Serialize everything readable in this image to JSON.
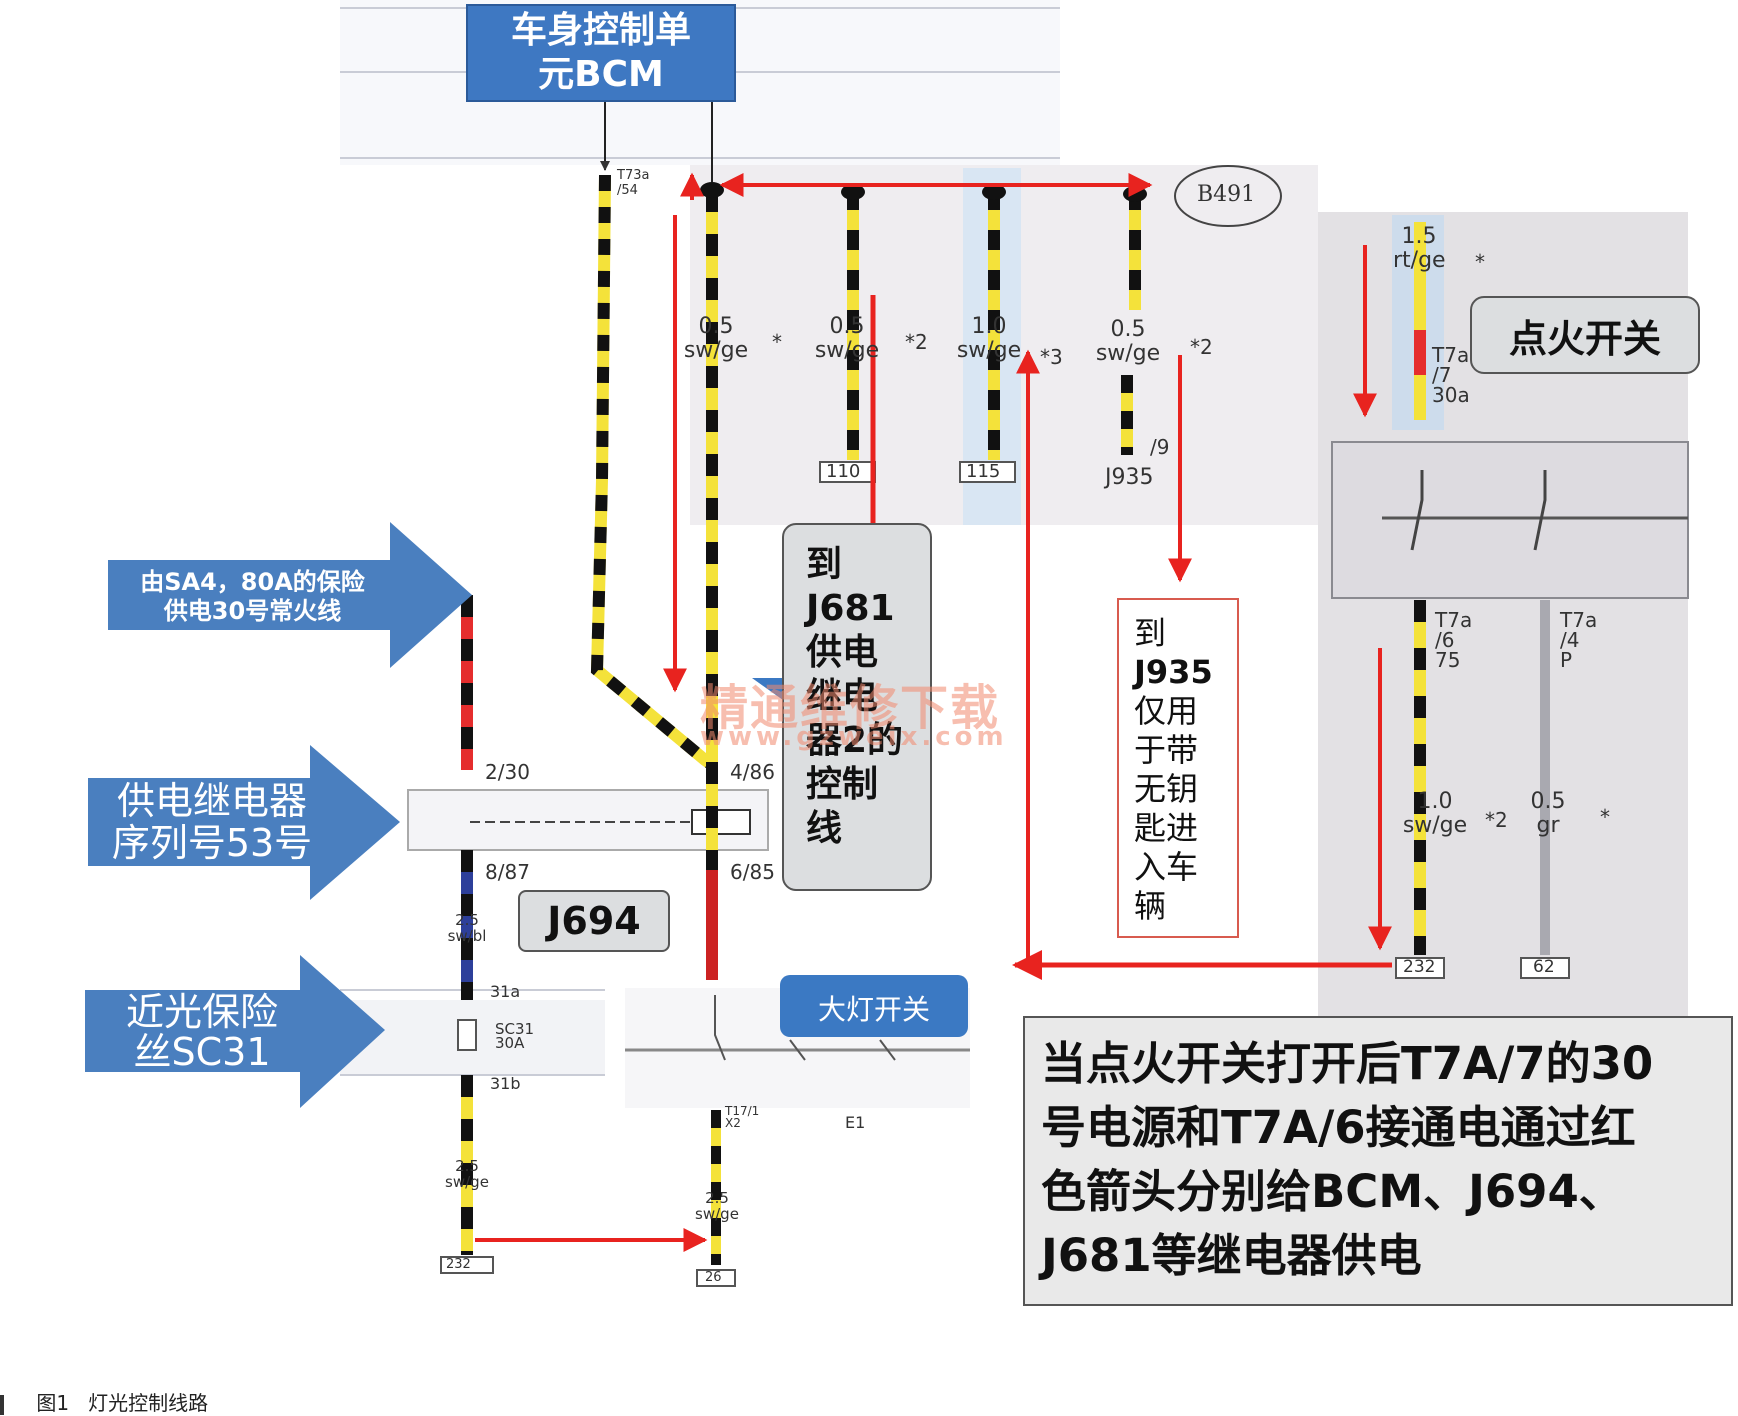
{
  "bcm": {
    "line1": "车身控制单",
    "line2": "元BCM"
  },
  "b491": "B491",
  "ignition_switch": "点火开关",
  "headlight_switch": "大灯开关",
  "j694": "J694",
  "arrow_labels": {
    "sa4": {
      "line1": "由SA4，80A的保险",
      "line2": "供电30号常火线"
    },
    "relay": {
      "line1": "供电继电器",
      "line2": "序列号53号"
    },
    "fuse": {
      "line1": "近光保险",
      "line2": "丝SC31"
    }
  },
  "note_j681": [
    "到",
    "J681",
    "供电",
    "继电",
    "器2的",
    "控制",
    "线"
  ],
  "note_j935": [
    "到",
    "J935",
    "仅用",
    "于带",
    "无钥",
    "匙进",
    "入车",
    "辆"
  ],
  "summary": [
    "当点火开关打开后T7A/7的30",
    "号电源和T7A/6接通电通过红",
    "色箭头分别给BCM、J694、",
    "J681等继电器供电"
  ],
  "caption": {
    "fig": "图1",
    "title": "灯光控制线路"
  },
  "wire_labels": {
    "w1": {
      "g": "0.5",
      "c": "sw/ge",
      "s": "*"
    },
    "w2": {
      "g": "0.5",
      "c": "sw/ge",
      "s": "*2"
    },
    "w3": {
      "g": "1.0",
      "c": "sw/ge",
      "s": "*3"
    },
    "w4": {
      "g": "0.5",
      "c": "sw/ge",
      "s": "*2"
    },
    "ign_top": {
      "g": "1.5",
      "c": "rt/ge",
      "s": "*"
    },
    "ign_l": {
      "g": "1.0",
      "c": "sw/ge",
      "s": "*2"
    },
    "ign_r": {
      "g": "0.5",
      "c": "gr",
      "s": "*"
    },
    "left_26a": {
      "g": "2.5",
      "c": "sw/bl"
    },
    "left_26b": {
      "g": "2.5",
      "c": "sw/ge"
    },
    "right_26": {
      "g": "2.5",
      "c": "sw/ge"
    }
  },
  "pins": {
    "t73a": "T73a",
    "t73a_n": "/54",
    "p230": "2/30",
    "p887": "8/87",
    "p486": "4/86",
    "p685": "6/85",
    "p31a": "31a",
    "p31b": "31b",
    "sc31": "SC31",
    "a30": "30A",
    "c110": "110",
    "c115": "115",
    "c232": "232",
    "c62": "62",
    "c232b": "232",
    "c26": "26",
    "n9": "/9",
    "j935": "J935",
    "t7a_top": "T7a",
    "t7a_top_n": "/7",
    "p30a": "30a",
    "t7a_l": "T7a",
    "t7a_l_n": "/6",
    "t7a_l_s": "75",
    "t7a_r": "T7a",
    "t7a_r_n": "/4",
    "t7a_r_s": "P",
    "e1": "E1",
    "t17": "T17",
    "t17_n": "/1",
    "x2": "X2"
  },
  "watermark": {
    "line1": "精通维修下载",
    "line2": "www.gzweix.com"
  }
}
